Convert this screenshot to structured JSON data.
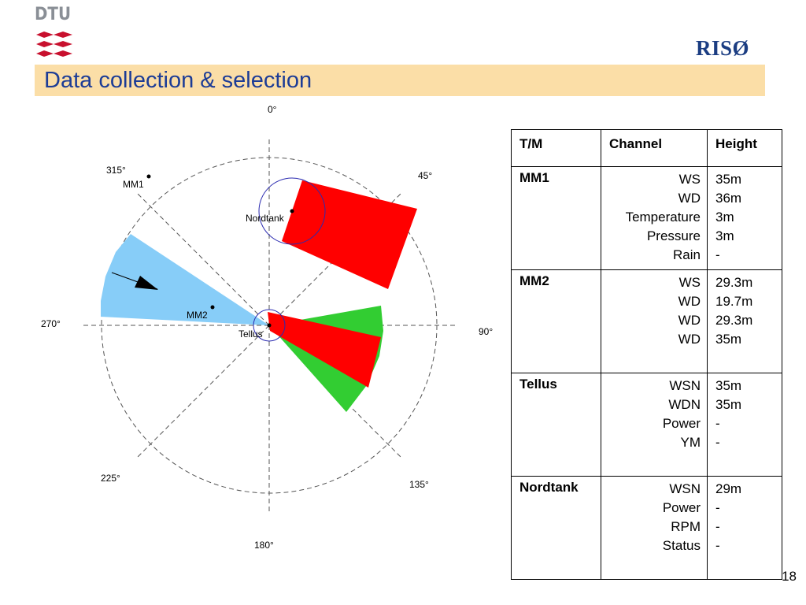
{
  "header": {
    "logo_left": "DTU",
    "logo_right": "RISØ",
    "title": "Data collection & selection"
  },
  "diagram": {
    "angles": [
      {
        "label": "0°",
        "deg": 0
      },
      {
        "label": "45°",
        "deg": 45
      },
      {
        "label": "90°",
        "deg": 90
      },
      {
        "label": "135°",
        "deg": 135
      },
      {
        "label": "180°",
        "deg": 180
      },
      {
        "label": "225°",
        "deg": 225
      },
      {
        "label": "270°",
        "deg": 270
      },
      {
        "label": "315°",
        "deg": 315
      }
    ],
    "sites": [
      {
        "name": "MM1"
      },
      {
        "name": "Nordtank"
      },
      {
        "name": "MM2"
      },
      {
        "name": "Tellus"
      }
    ],
    "colors": {
      "blue_sector": "#87cdf8",
      "red_sector": "#ff0000",
      "green_sector": "#32cd32",
      "circle": "#2a2ab0"
    }
  },
  "table": {
    "headers": [
      "T/M",
      "Channel",
      "Height"
    ],
    "rows": [
      {
        "tm": "MM1",
        "channels": [
          "WS",
          "WD",
          "Temperature",
          "Pressure",
          "Rain"
        ],
        "heights": [
          "35m",
          "36m",
          "3m",
          "3m",
          "-"
        ]
      },
      {
        "tm": "MM2",
        "channels": [
          "WS",
          "WD",
          "WD",
          "WD"
        ],
        "heights": [
          "29.3m",
          "19.7m",
          "29.3m",
          "35m"
        ]
      },
      {
        "tm": "Tellus",
        "channels": [
          "WSN",
          "WDN",
          "Power",
          "YM"
        ],
        "heights": [
          "35m",
          "35m",
          "-",
          "-"
        ]
      },
      {
        "tm": "Nordtank",
        "channels": [
          "WSN",
          "Power",
          "RPM",
          "Status"
        ],
        "heights": [
          "29m",
          "-",
          "-",
          "-"
        ]
      }
    ]
  },
  "page_number": "18"
}
